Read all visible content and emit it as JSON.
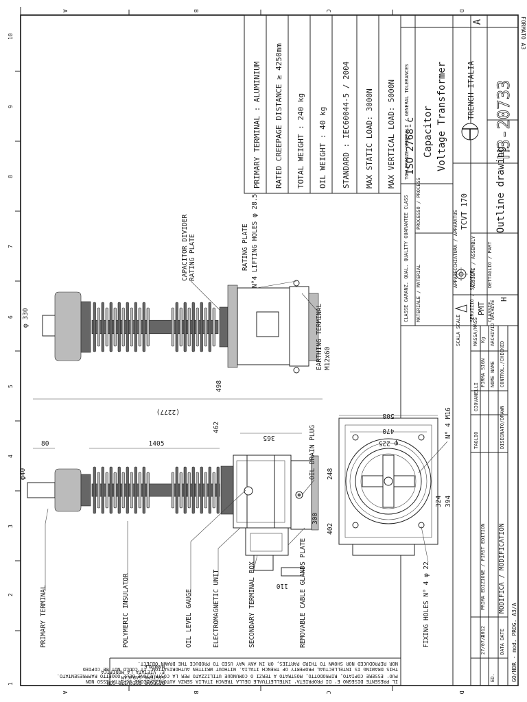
{
  "sheet": {
    "format": "FORMATO A3",
    "row_letters": [
      "A",
      "B",
      "C",
      "D"
    ],
    "col_numbers": [
      "1",
      "2",
      "3",
      "4",
      "5",
      "6",
      "7",
      "8",
      "9",
      "10"
    ]
  },
  "specs": [
    "PRIMARY TERMINAL : ALUMINIUM",
    "RATED CREEPAGE DISTANCE ≥ 4250mm",
    "TOTAL WEIGHT : 240 kg",
    "OIL WEIGHT : 40 kg",
    "STANDARD : IEC60044-5 / 2004",
    "MAX STATIC LOAD: 3000N",
    "MAX VERTICAL LOAD: 5000N"
  ],
  "title_block": {
    "tolerances_label": "TOLLERANZE GENERALI / GENERAL TOLERANCES",
    "tolerances": "ISO 2768-c",
    "title_line1": "Capacitor",
    "title_line2": "Voltage Transformer",
    "company": "TRENCH ITALIA",
    "drawing_no": "H3-20733",
    "revision": "A",
    "apparatus_label": "APPARECCHIATURA / APPARATUS",
    "apparatus": "TCVT 170",
    "assembly_label": "ASSIEME / ASSEMBLY",
    "part_label": "DETTAGLIO / PART",
    "part": "Outline drawing",
    "process_label": "PROCESSO / PROCESS",
    "quality_class_label": "CLASSE GARANZ. QUAL. QUALITY GUARANTEE CLASS",
    "material_label": "MATERIALE / MATERIAL",
    "service_label": "SERVIZIO / SERVICE",
    "service": "PMT",
    "classif_label": "CLASSIF.",
    "classif": "H",
    "scale_label": "SCALA SCALE",
    "mass_label": "MASSA/MASS",
    "mass_unit": "Kg",
    "archive_label": "ARCHIVIO ARCHIVE",
    "sign_label": "FIRMA SIGN",
    "name_label": "NOME NAME",
    "draw_label": "DISEGNATO/DRAWN",
    "check_label": "CONTROL./CHECKED",
    "drawn_by": "TAGLIO",
    "checked_by": "GIOVANELLI",
    "rev_row_ed": "A",
    "rev_row_date": "27/07/2012",
    "rev_row_mod": "PRIMA EDIZIONE / FIRST EDITION",
    "ed_label": "ED.",
    "date_label": "DATA DATE",
    "mod_label": "MODIFICA / MODIFICATION",
    "form_ref": "GO/NDR - mod. PROG. A3/A"
  },
  "labels": {
    "primary_terminal": "PRIMARY TERMINAL",
    "polymeric_insulator": "POLYMERIC INSULATOR",
    "oil_level_gauge": "OIL LEVEL GAUGE",
    "electromagnetic_unit": "ELECTROMAGNETIC UNIT",
    "secondary_terminal_box": "SECONDARY TERMINAL BOX",
    "removable_plate": "REMOVABLE CABLE GLANDS PLATE",
    "oil_drain_plug": "OIL DRAIN PLUG",
    "fixing_holes": "FIXING HOLES N° 4 φ 22",
    "capacitor_divider_plate_1": "CAPACITOR DIVIDER",
    "capacitor_divider_plate_2": "RATING PLATE",
    "rating_plate": "RATING PLATE",
    "lifting_holes": "N°4 LIFTING HOLES φ 28.5",
    "earthing_terminal_1": "EARTHING TERMINAL",
    "earthing_terminal_2": "M12x60",
    "m16": "N° 4 M16"
  },
  "dims": {
    "d_phi40": "φ40",
    "d_80": "80",
    "d_1405": "1405",
    "d_2277": "(2277)",
    "d_462": "462",
    "d_365": "365",
    "d_phi330": "φ 330",
    "d_498": "498",
    "d_248": "248",
    "d_300": "300",
    "d_402": "402",
    "d_110": "110",
    "d_508": "508",
    "d_470": "470",
    "d_phi225": "φ 225",
    "d_324": "324",
    "d_394": "394"
  },
  "legal": {
    "line1": "IL PRESENTE DISEGNO E' DI PROPRIETA' INTELLETTUALE DELLA TRENCH ITALIA SENZA AUTORIZZAZIONE SCRITTA ESSO NON",
    "line2": "PUO' ESSERE COPIATO, RIPRODOTTO, MOSTRATO A TERZI O COMUNQUE UTILIZZATO PER LA COSTRUZIONE DELL'OGGETTO RAPPRESENTATO.",
    "line3": "THIS DRAWING IS INTELLECTUAL PROPERTY OF TRENCH ITALIA. WITHOUT WRITTEN AUTHORISATION, IT COULD NOT BE COPIED",
    "line4": "NOR REPRODUCED NOR SHOWN TO THIRD PARTIES, OR IN ANY WAY USED TO PRODUCE THE DRAWN OBJECT.",
    "cad_1": "DISEGNO ESEGUITO CON",
    "cad_2": "SISTEMA CAD/CAM",
    "cad_3": "E' VIETATA LA MODIFICA",
    "cad_4": "MANUALE"
  }
}
